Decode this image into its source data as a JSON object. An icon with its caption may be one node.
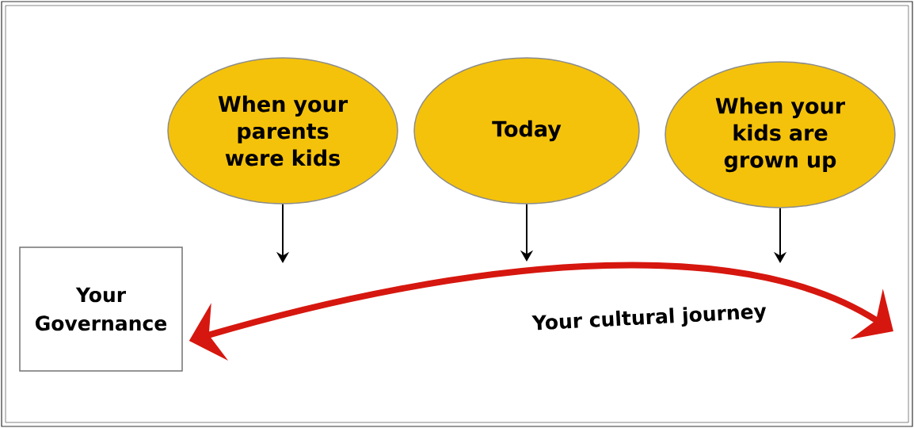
{
  "diagram": {
    "nodes": [
      {
        "text": [
          "When your parents were kids"
        ]
      },
      {
        "text": [
          "Today"
        ]
      },
      {
        "text": [
          "When your kids are grown up"
        ]
      },
      {
        "text": [
          "Your Governance"
        ]
      }
    ],
    "edges": [
      {
        "from": 0,
        "to": null,
        "arrow": "to"
      },
      {
        "from": 1,
        "to": null,
        "arrow": "to"
      },
      {
        "from": 2,
        "to": null,
        "arrow": "to"
      },
      {
        "from": null,
        "to": 3,
        "arrow": "both",
        "label": "Your cultural journey",
        "style": "thick",
        "color": "#d6170f"
      }
    ]
  }
}
